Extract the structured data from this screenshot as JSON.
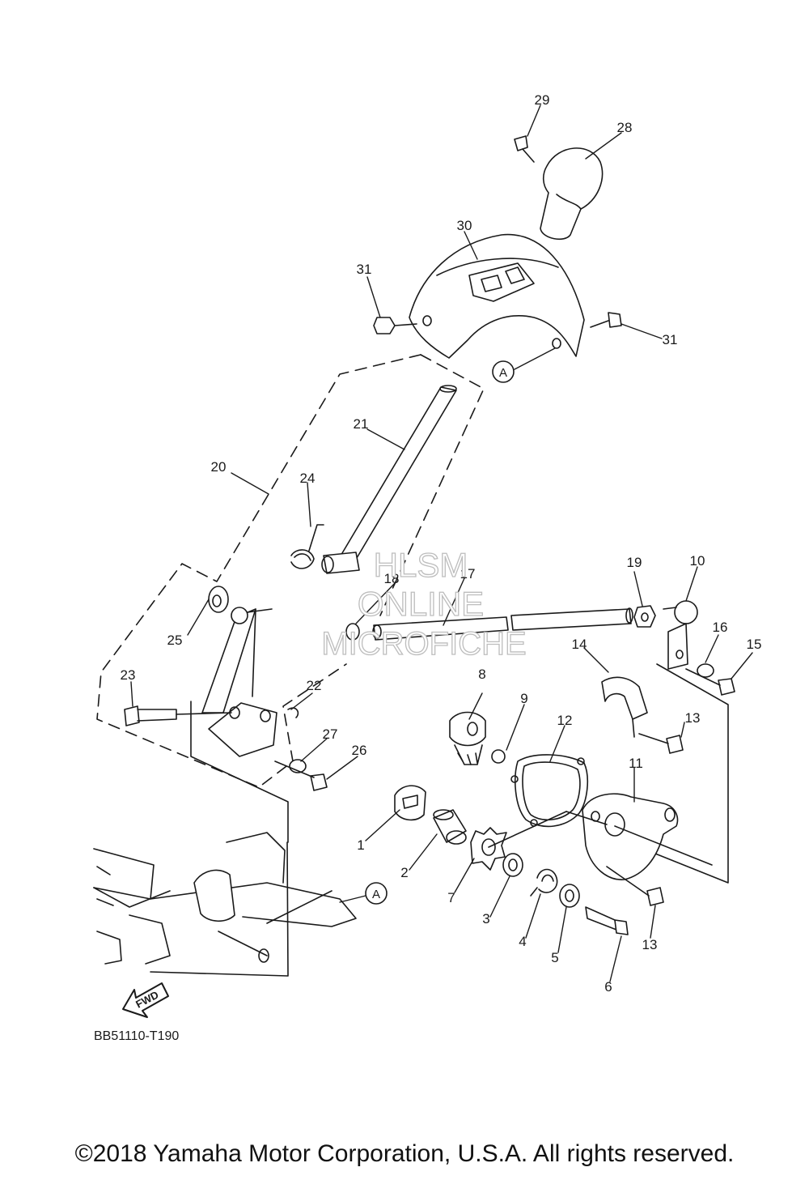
{
  "diagram": {
    "part_number_labels": [
      "1",
      "2",
      "3",
      "4",
      "5",
      "6",
      "7",
      "8",
      "9",
      "10",
      "11",
      "12",
      "13",
      "13",
      "14",
      "15",
      "16",
      "17",
      "18",
      "19",
      "20",
      "21",
      "22",
      "23",
      "24",
      "25",
      "26",
      "27",
      "28",
      "29",
      "30",
      "31",
      "31"
    ],
    "reference_markers": [
      "A",
      "A"
    ],
    "direction_label": "FWD",
    "drawing_code": "BB51110-T190",
    "watermark": {
      "line1": "HLSM",
      "line2": "ONLINE",
      "line3": "MICROFICHE"
    }
  },
  "footer": {
    "copyright": "©2018 Yamaha Motor Corporation, U.S.A. All rights reserved."
  },
  "colors": {
    "line": "#1a1a1a",
    "watermark": "#c8c8c8",
    "background": "#ffffff"
  }
}
